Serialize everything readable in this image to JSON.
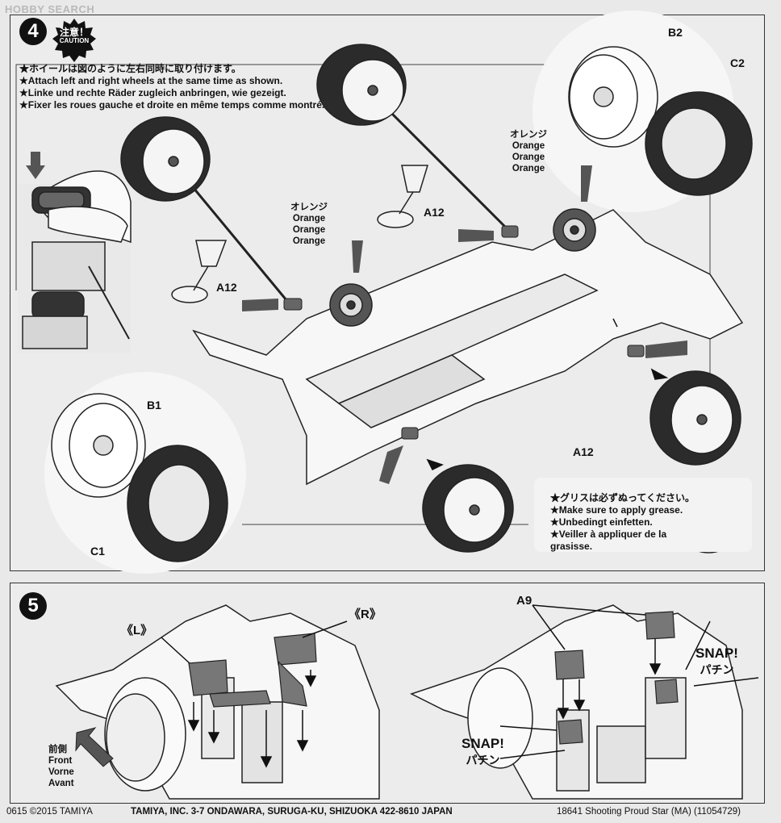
{
  "watermark": "HOBBY SEARCH",
  "step4": {
    "number": "4",
    "caution_jp": "注意！",
    "caution_en": "CAUTION",
    "instructions": [
      "★ホイールは図のように左右同時に取り付けます。",
      "★Attach left and right wheels at the same time as shown.",
      "★Linke und rechte Räder zugleich anbringen, wie gezeigt.",
      "★Fixer les roues gauche et droite en même temps comme montré."
    ],
    "part_labels": {
      "b2": "B2",
      "c2": "C2",
      "b1": "B1",
      "c1": "C1",
      "a12_left": "A12",
      "a12_top": "A12",
      "a12_bottom": "A12"
    },
    "gear_note_left": [
      "オレンジ",
      "Orange",
      "Orange",
      "Orange"
    ],
    "gear_note_right": [
      "オレンジ",
      "Orange",
      "Orange",
      "Orange"
    ],
    "grease_note": [
      "★グリスは必ずぬってください。",
      "★Make sure to apply grease.",
      "★Unbedingt einfetten.",
      "★Veiller à appliquer de la",
      "grasisse."
    ]
  },
  "step5": {
    "number": "5",
    "label_left": "《L》",
    "label_right": "《R》",
    "label_a9": "A9",
    "snap_right_en": "SNAP!",
    "snap_right_jp": "パチン",
    "snap_left_en": "SNAP!",
    "snap_left_jp": "パチン",
    "front_labels": [
      "前側",
      "Front",
      "Vorne",
      "Avant"
    ]
  },
  "footer": {
    "left": "0615 ©2015 TAMIYA",
    "center": "TAMIYA, INC.  3-7 ONDAWARA, SURUGA-KU, SHIZUOKA 422-8610 JAPAN",
    "right": "18641  Shooting Proud Star (MA) (11054729)"
  }
}
